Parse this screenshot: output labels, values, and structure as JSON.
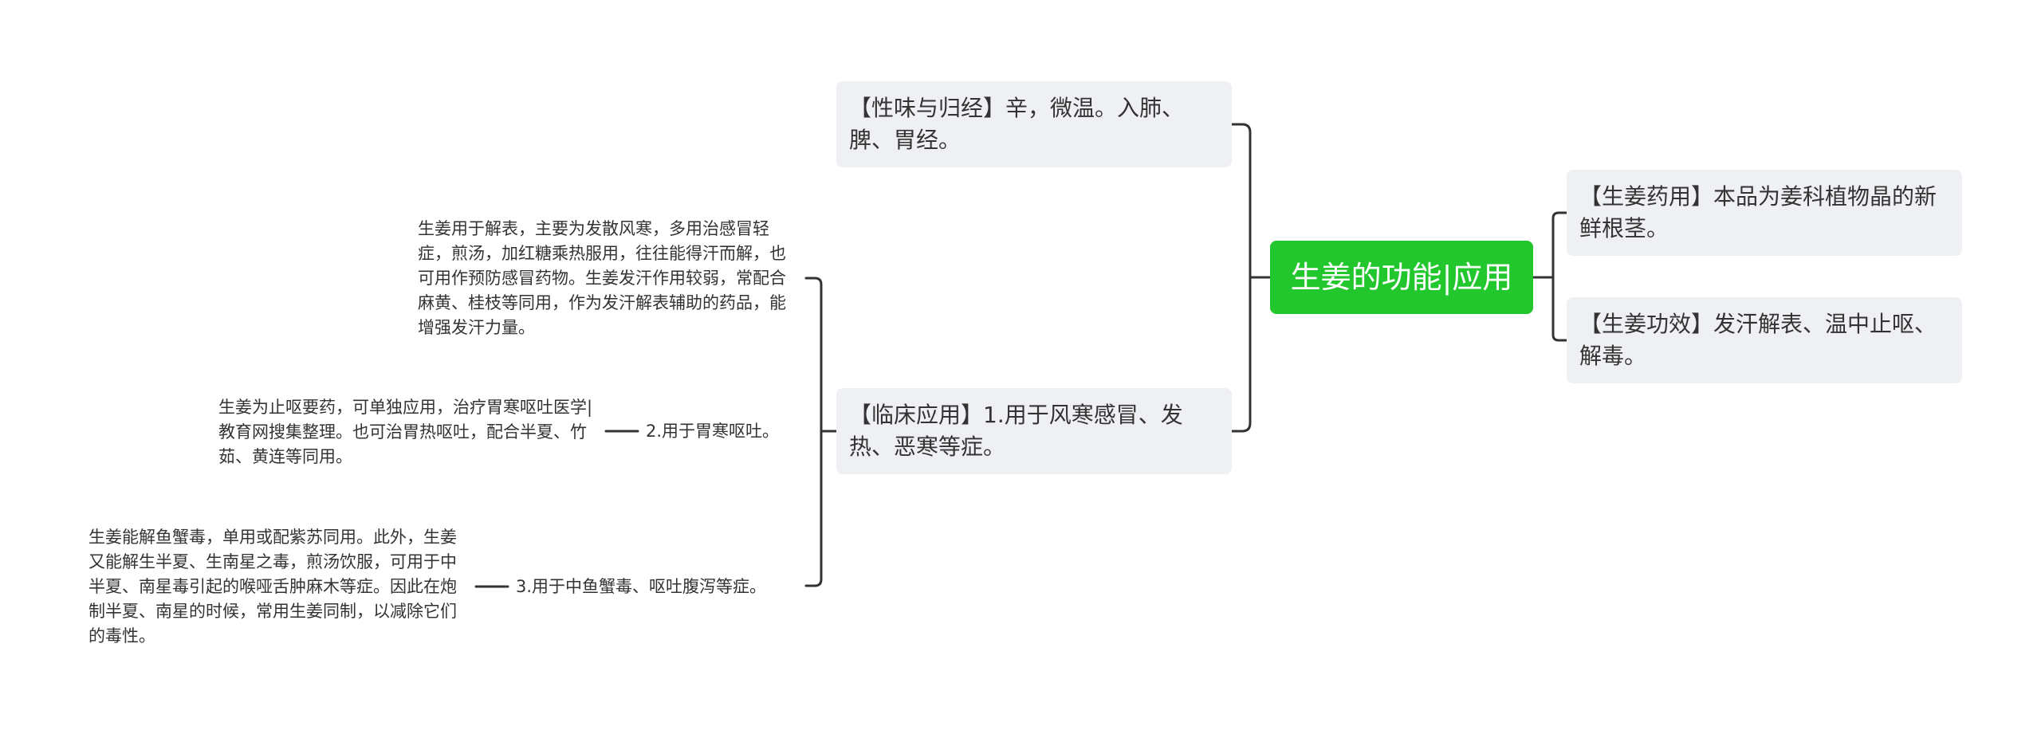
{
  "root": {
    "title": "生姜的功能|应用"
  },
  "right": {
    "yaoyong": "【生姜药用】本品为姜科植物晶的新鲜根茎。",
    "gongxiao": "【生姜功效】发汗解表、温中止呕、解毒。"
  },
  "left": {
    "xingwei": "【性味与归经】辛，微温。入肺、脾、胃经。",
    "linchuang": {
      "label": "【临床应用】1.用于风寒感冒、发热、恶寒等症。",
      "detail_1": "生姜用于解表，主要为发散风寒，多用治感冒轻症，煎汤，加红糖乘热服用，往往能得汗而解，也可用作预防感冒药物。生姜发汗作用较弱，常配合麻黄、桂枝等同用，作为发汗解表辅助的药品，能增强发汗力量。",
      "items": [
        {
          "label": "2.用于胃寒呕吐。",
          "detail": "生姜为止呕要药，可单独应用，治疗胃寒呕吐医学|教育网搜集整理。也可治胃热呕吐，配合半夏、竹茹、黄连等同用。"
        },
        {
          "label": "3.用于中鱼蟹毒、呕吐腹泻等症。",
          "detail": "生姜能解鱼蟹毒，单用或配紫苏同用。此外，生姜又能解生半夏、生南星之毒，煎汤饮服，可用于中半夏、南星毒引起的喉哑舌肿麻木等症。因此在炮制半夏、南星的时候，常用生姜同制，以减除它们的毒性。"
        }
      ]
    }
  },
  "colors": {
    "root_bg": "#22c72d",
    "card_bg": "#eef0f3",
    "connector": "#333333"
  }
}
